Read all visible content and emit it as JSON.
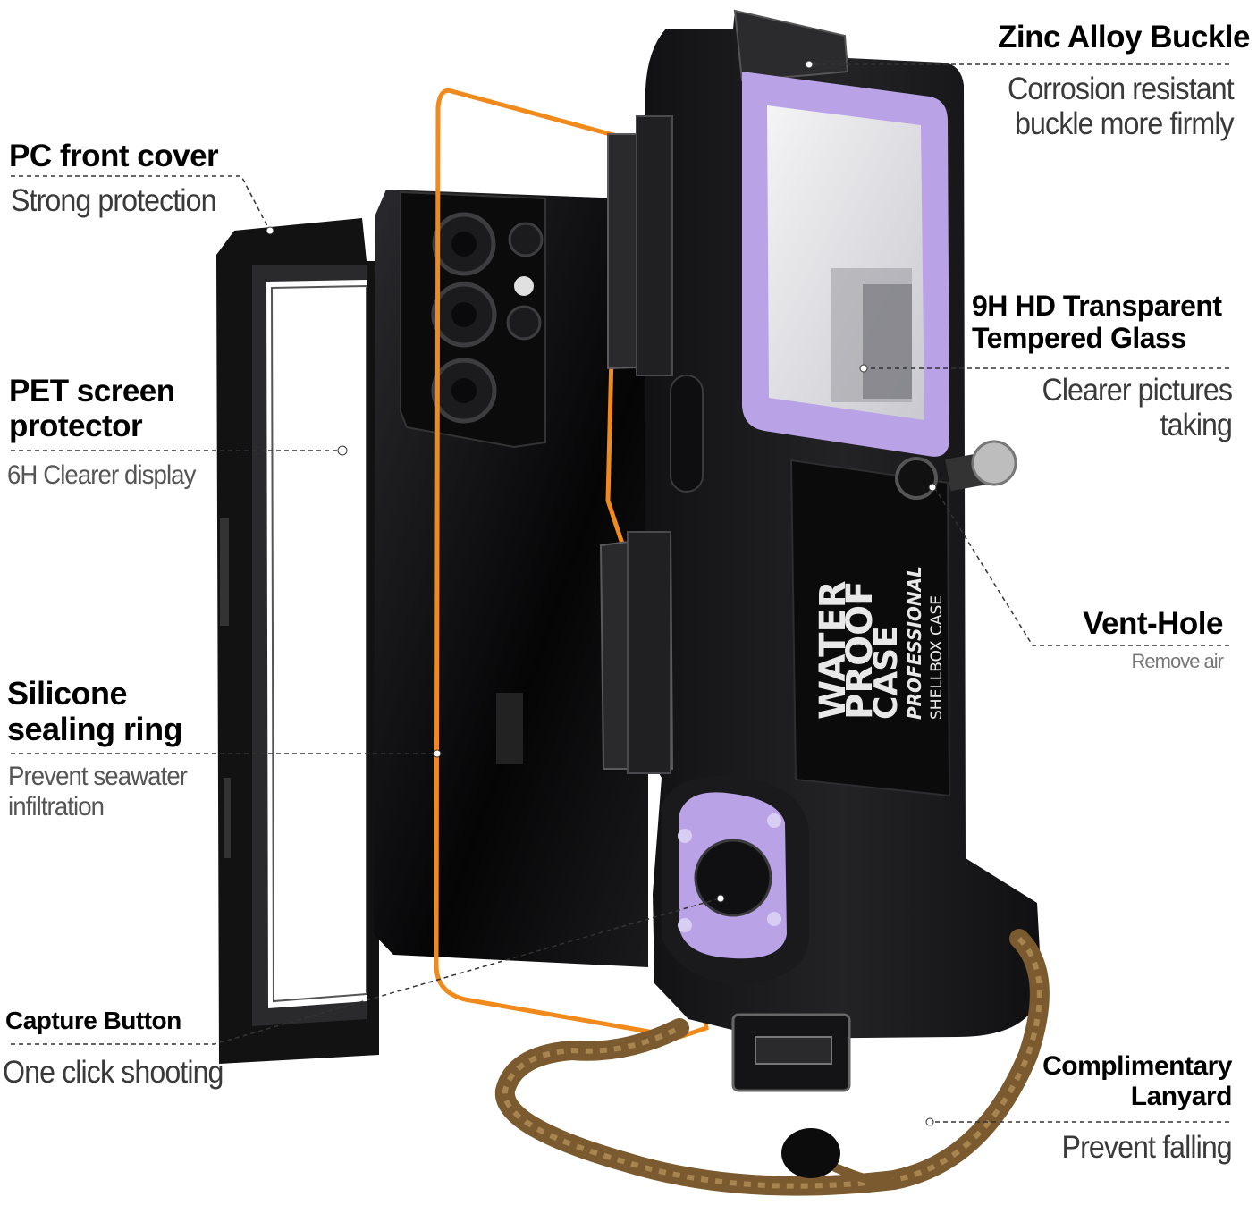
{
  "callouts": {
    "zinc": {
      "title": "Zinc Alloy Buckle",
      "desc": [
        "Corrosion resistant",
        "buckle more firmly"
      ]
    },
    "pc": {
      "title": "PC front cover",
      "desc": "Strong protection"
    },
    "glass": {
      "title": [
        "9H HD Transparent",
        "Tempered Glass"
      ],
      "desc": [
        "Clearer pictures",
        "taking"
      ]
    },
    "pet": {
      "title": [
        "PET screen",
        "protector"
      ],
      "desc": "6H Clearer display"
    },
    "vent": {
      "title": "Vent-Hole",
      "desc": "Remove air"
    },
    "silicone": {
      "title": [
        "Silicone",
        "sealing ring"
      ],
      "desc": [
        "Prevent seawater",
        "infiltration"
      ]
    },
    "capture": {
      "title": "Capture Button",
      "desc": "One click shooting"
    },
    "lanyard": {
      "title": [
        "Complimentary",
        "Lanyard"
      ],
      "desc": "Prevent falling"
    }
  },
  "case_print": {
    "line1": "WATER",
    "line2": "PROOF",
    "line3": "CASE",
    "line4": "PROFESSIONAL",
    "line5": "SHELLBOX CASE"
  },
  "colors": {
    "case_black": "#1c1c1e",
    "accent_purple": "#b9a2e6",
    "seal_orange": "#f08a1c",
    "lanyard_brown": "#7a5a2e"
  }
}
